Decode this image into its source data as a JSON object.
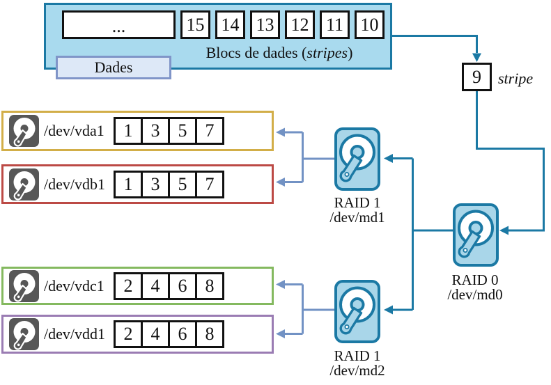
{
  "palette": {
    "teal_line": "#1B79A4",
    "top_box_fill": "#A9DAEE",
    "raid_icon_fill": "#A9D6E9",
    "steel_blue_line": "#7292C4",
    "dades_fill": "#DDE8F7",
    "dades_border": "#8095C8",
    "disk_icon_gray": "#575757",
    "row_vda_border": "#D2AE48",
    "row_vdb_border": "#BC4A45",
    "row_vdc_border": "#84B95F",
    "row_vdd_border": "#9A7CB3"
  },
  "top_box": {
    "ellipsis": "...",
    "stripe_numbers": [
      "15",
      "14",
      "13",
      "12",
      "11",
      "10"
    ],
    "caption_prefix": "Blocs de dades (",
    "caption_italic": "stripes",
    "caption_suffix": ")",
    "dades_label": "Dades"
  },
  "stripe_marker": {
    "value": "9",
    "label": "stripe"
  },
  "disks": [
    {
      "device": "/dev/vda1",
      "blocks": [
        "1",
        "3",
        "5",
        "7"
      ]
    },
    {
      "device": "/dev/vdb1",
      "blocks": [
        "1",
        "3",
        "5",
        "7"
      ]
    },
    {
      "device": "/dev/vdc1",
      "blocks": [
        "2",
        "4",
        "6",
        "8"
      ]
    },
    {
      "device": "/dev/vdd1",
      "blocks": [
        "2",
        "4",
        "6",
        "8"
      ]
    }
  ],
  "raid_nodes": {
    "md1": {
      "name": "RAID 1",
      "device": "/dev/md1"
    },
    "md0": {
      "name": "RAID 0",
      "device": "/dev/md0"
    },
    "md2": {
      "name": "RAID 1",
      "device": "/dev/md2"
    }
  }
}
